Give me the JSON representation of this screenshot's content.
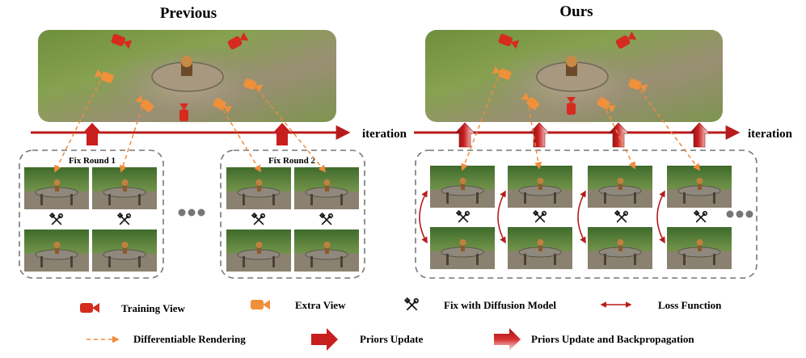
{
  "left_title": "Previous",
  "right_title": "Ours",
  "iteration_label": "iteration",
  "fix_rounds": [
    "Fix Round 1",
    "Fix Round 2"
  ],
  "legend": {
    "training_view": "Training View",
    "extra_view": "Extra View",
    "fix_diffusion": "Fix with Diffusion Model",
    "loss_function": "Loss Function",
    "diff_rendering": "Differentiable Rendering",
    "priors_update": "Priors Update",
    "priors_update_backprop": "Priors Update and Backpropagation"
  },
  "colors": {
    "dark_red": "#b81b1b",
    "red_camera": "#d62b1f",
    "orange_camera": "#f0903a",
    "dashed_orange": "#f08a3c",
    "box_gray": "#777777"
  },
  "icons": {
    "training_view": "red-camera-icon",
    "extra_view": "orange-camera-icon",
    "fix": "wrench-screwdriver-icon",
    "loss": "double-arrow-icon",
    "more": "ellipsis-icon"
  }
}
